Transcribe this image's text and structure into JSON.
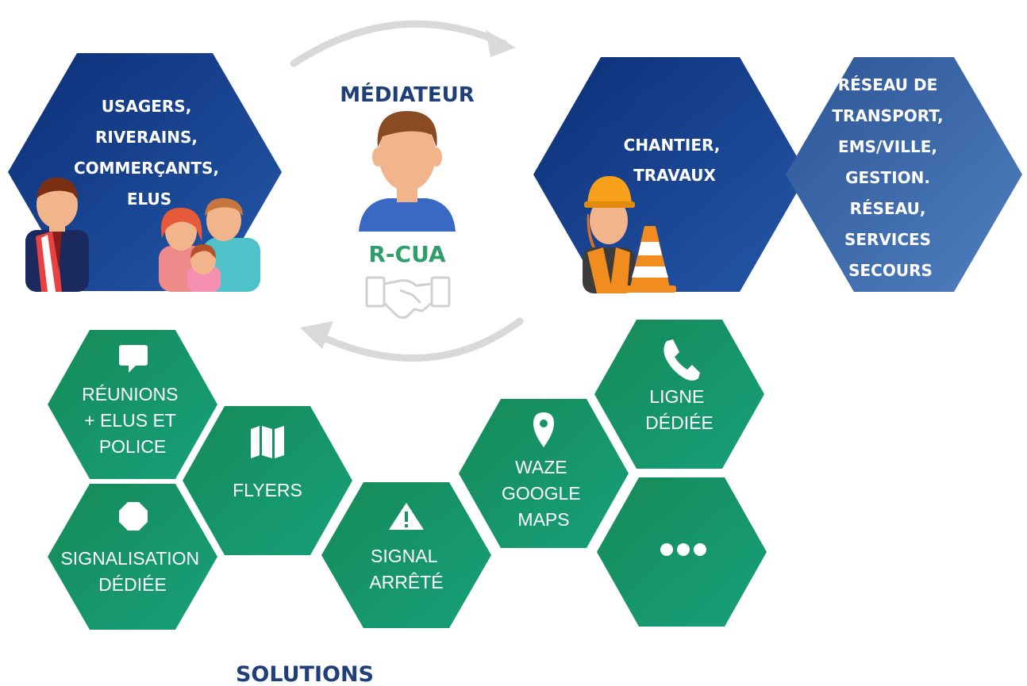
{
  "mediator": {
    "title": "MÉDIATEUR",
    "brand": "R-CUA",
    "icon": "person-icon",
    "handshake_icon": "handshake-icon"
  },
  "stakeholders": {
    "users": [
      "USAGERS,",
      "RIVERAINS,",
      "COMMERÇANTS,",
      "ELUS"
    ],
    "worksite": [
      "CHANTIER,",
      "TRAVAUX"
    ],
    "network": [
      "RÉSEAU DE",
      "TRANSPORT,",
      "EMS/VILLE,",
      "GESTION.",
      "RÉSEAU,",
      "SERVICES",
      "SECOURS"
    ]
  },
  "solutions": {
    "title": "SOLUTIONS",
    "items": [
      {
        "icon": "speech-bubble-icon",
        "lines": [
          "RÉUNIONS",
          "+ ELUS ET",
          "POLICE"
        ]
      },
      {
        "icon": "octagon-icon",
        "lines": [
          "SIGNALISATION",
          "DÉDIÉE"
        ]
      },
      {
        "icon": "map-icon",
        "lines": [
          "FLYERS"
        ]
      },
      {
        "icon": "warning-triangle-icon",
        "lines": [
          "SIGNAL",
          "ARRÊTÉ"
        ]
      },
      {
        "icon": "map-pin-icon",
        "lines": [
          "WAZE",
          "GOOGLE",
          "MAPS"
        ]
      },
      {
        "icon": "phone-icon",
        "lines": [
          "LIGNE",
          "DÉDIÉE"
        ]
      },
      {
        "icon": "more-dots-icon",
        "lines": []
      }
    ]
  },
  "colors": {
    "dark_blue": "#173f8c",
    "mid_blue": "#3d6aa9",
    "green": "#17946a",
    "title_blue": "#1f3f7a",
    "arrow_grey": "#d9d9d9"
  }
}
